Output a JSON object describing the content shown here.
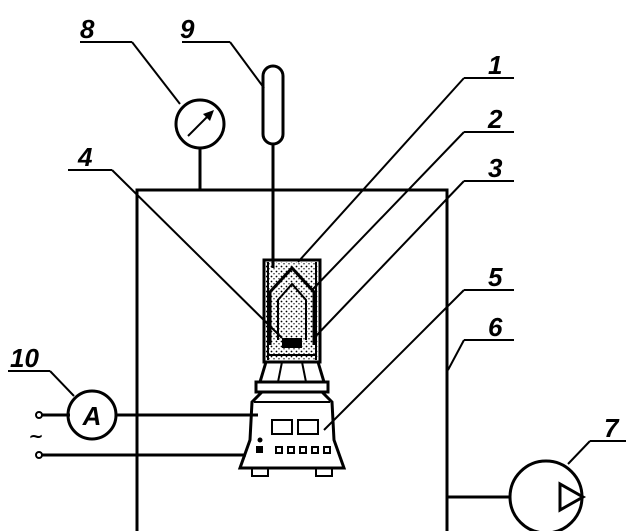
{
  "labels": {
    "l1": "1",
    "l2": "2",
    "l3": "3",
    "l4": "4",
    "l5": "5",
    "l6": "6",
    "l7": "7",
    "l8": "8",
    "l9": "9",
    "l10": "10"
  },
  "ammeter_symbol": "A",
  "ac_symbol": "~",
  "colors": {
    "line": "#000000",
    "background": "#ffffff"
  }
}
